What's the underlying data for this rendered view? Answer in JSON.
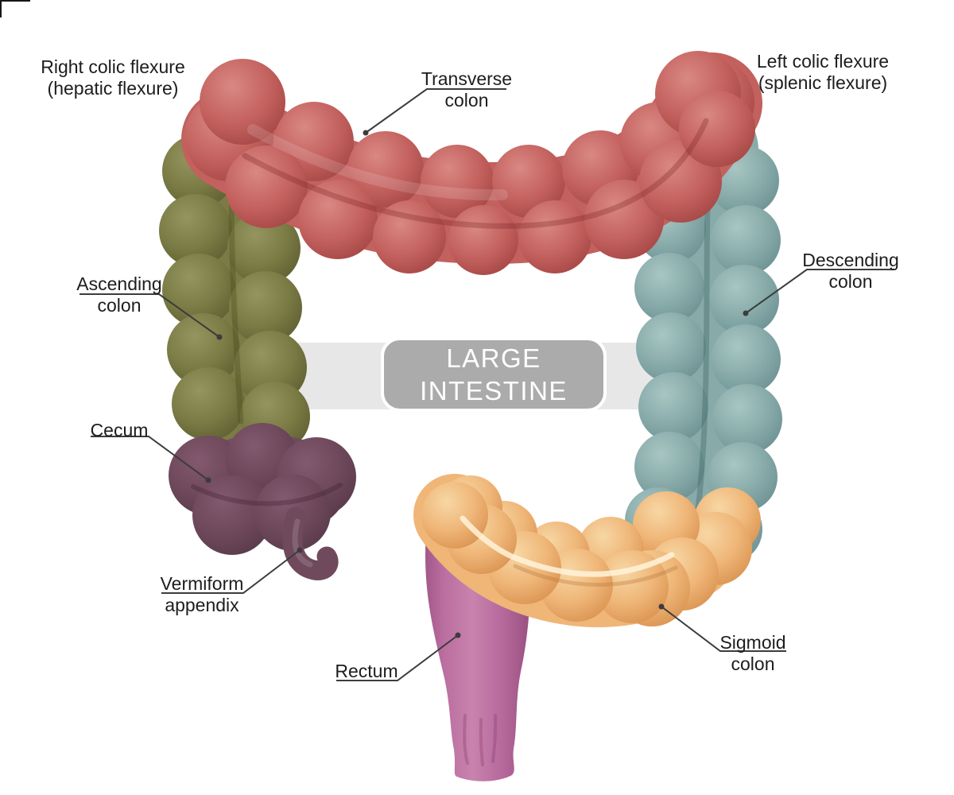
{
  "diagram_title": "LARGE INTESTINE",
  "banner": {
    "line1": "LARGE",
    "line2": "INTESTINE"
  },
  "labels": {
    "right_colic": {
      "line1": "Right colic flexure",
      "line2": "(hepatic flexure)"
    },
    "transverse": {
      "line1": "Transverse",
      "line2": "colon"
    },
    "left_colic": {
      "line1": "Left colic flexure",
      "line2": "(splenic flexure)"
    },
    "ascending": {
      "line1": "Ascending",
      "line2": "colon"
    },
    "descending": {
      "line1": "Descending",
      "line2": "colon"
    },
    "cecum": {
      "line1": "Cecum"
    },
    "appendix": {
      "line1": "Vermiform",
      "line2": "appendix"
    },
    "rectum": {
      "line1": "Rectum"
    },
    "sigmoid": {
      "line1": "Sigmoid",
      "line2": "colon"
    }
  },
  "parts": [
    {
      "name": "Transverse colon",
      "color": "#c2615e"
    },
    {
      "name": "Ascending colon",
      "color": "#7b7b45"
    },
    {
      "name": "Descending colon",
      "color": "#88abaa"
    },
    {
      "name": "Cecum",
      "color": "#6f4a5c"
    },
    {
      "name": "Vermiform appendix",
      "color": "#6f4a5c"
    },
    {
      "name": "Sigmoid colon",
      "color": "#efb678"
    },
    {
      "name": "Rectum",
      "color": "#bb6fa0"
    }
  ],
  "colors": {
    "banner_band": "#e7e7e7",
    "banner_box": "#ababab",
    "banner_text": "#ffffff",
    "label_text": "#1d1d1d",
    "leader_line": "#3c3c3c"
  }
}
